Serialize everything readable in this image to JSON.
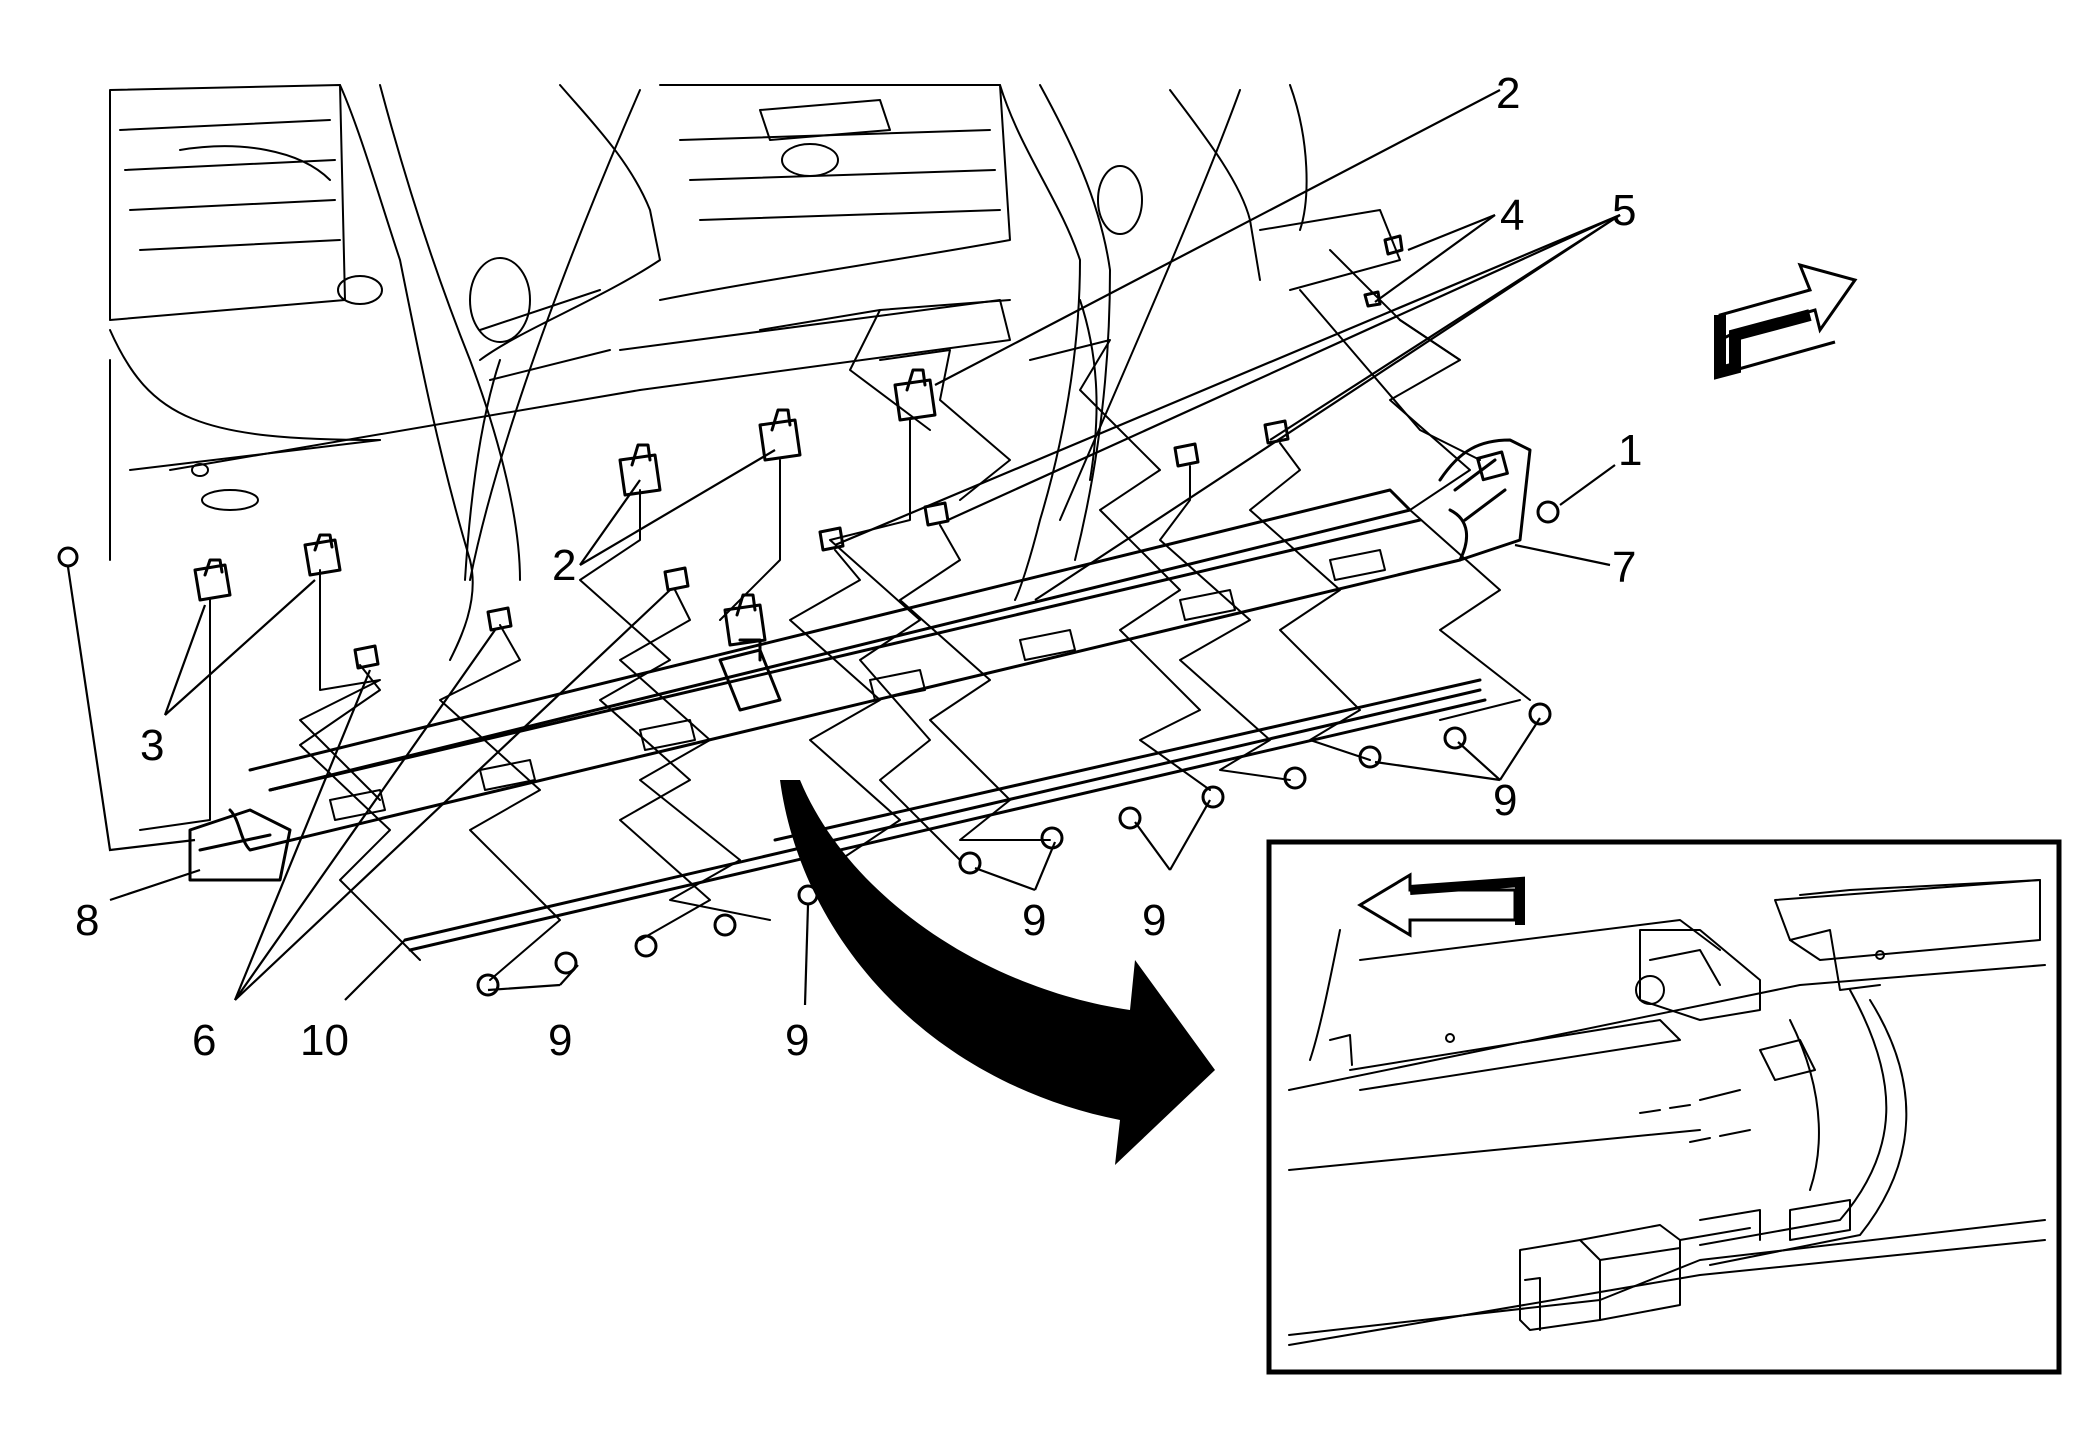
{
  "diagram": {
    "callouts": [
      {
        "id": "c1",
        "text": "1"
      },
      {
        "id": "c2a",
        "text": "2"
      },
      {
        "id": "c2b",
        "text": "2"
      },
      {
        "id": "c3",
        "text": "3"
      },
      {
        "id": "c4",
        "text": "4"
      },
      {
        "id": "c5",
        "text": "5"
      },
      {
        "id": "c6",
        "text": "6"
      },
      {
        "id": "c7",
        "text": "7"
      },
      {
        "id": "c8",
        "text": "8"
      },
      {
        "id": "c9a",
        "text": "9"
      },
      {
        "id": "c9b",
        "text": "9"
      },
      {
        "id": "c9c",
        "text": "9"
      },
      {
        "id": "c9d",
        "text": "9"
      },
      {
        "id": "c9e",
        "text": "9"
      },
      {
        "id": "c10",
        "text": "10"
      }
    ],
    "colors": {
      "ink": "#000000",
      "paper": "#ffffff"
    },
    "icons": [
      "direction-arrow-icon",
      "inset-direction-arrow-icon",
      "detail-pointer-arrow-icon"
    ]
  }
}
